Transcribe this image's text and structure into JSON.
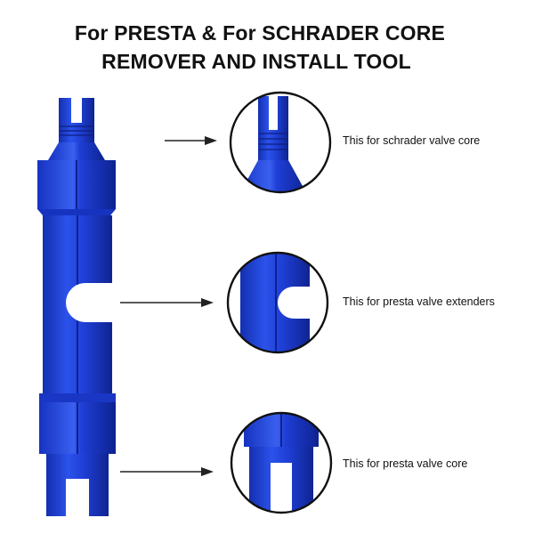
{
  "title": {
    "line1": "For PRESTA & For SCHRADER CORE",
    "line2": "REMOVER AND INSTALL TOOL"
  },
  "callouts": [
    {
      "label": "This for schrader valve core",
      "icon": "schrader-tip-detail"
    },
    {
      "label": "This for presta valve extenders",
      "icon": "notch-slot-detail"
    },
    {
      "label": "This for presta valve core",
      "icon": "presta-tip-detail"
    }
  ],
  "colors": {
    "tool_blue": "#1f3fd6",
    "tool_dark": "#0f2aa8",
    "tool_light": "#3d63f2",
    "outline": "#111111"
  }
}
